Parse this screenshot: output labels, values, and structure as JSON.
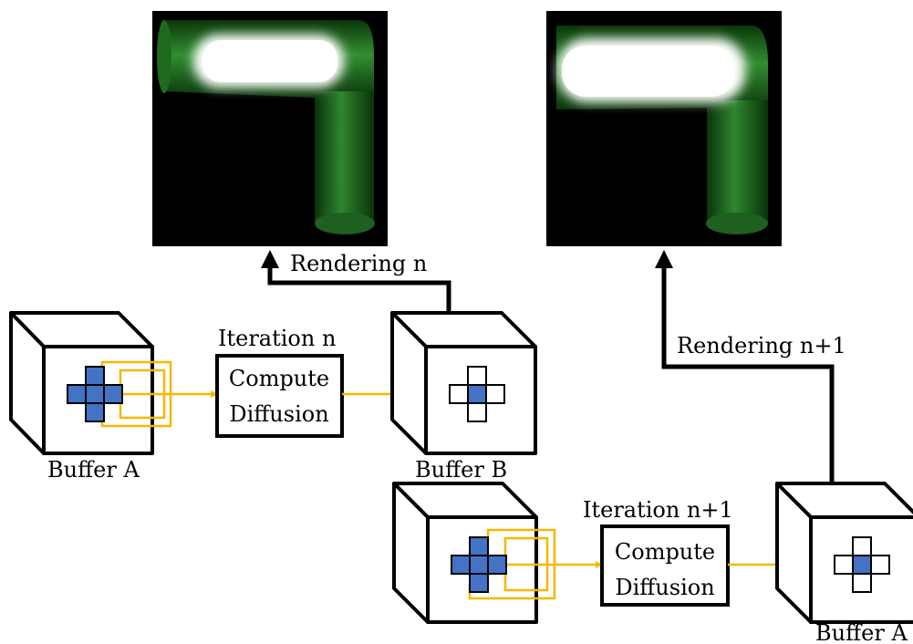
{
  "renders": [
    {
      "name": "render-n"
    },
    {
      "name": "render-n1"
    }
  ],
  "labels": {
    "rendering_n": "Rendering n",
    "rendering_n1": "Rendering n+1",
    "iteration_n": "Iteration n",
    "iteration_n1": "Iteration n+1",
    "compute": "Compute",
    "diffusion": "Diffusion",
    "buffer_a_1": "Buffer A",
    "buffer_b": "Buffer B",
    "buffer_a_2": "Buffer A"
  },
  "colors": {
    "stencil_fill": "#4472c4",
    "arrow_flow": "#f5b800",
    "line": "#000000",
    "render_bg": "#000000",
    "tube_green": "#2f8f2f",
    "tube_glow": "#ffffff"
  }
}
